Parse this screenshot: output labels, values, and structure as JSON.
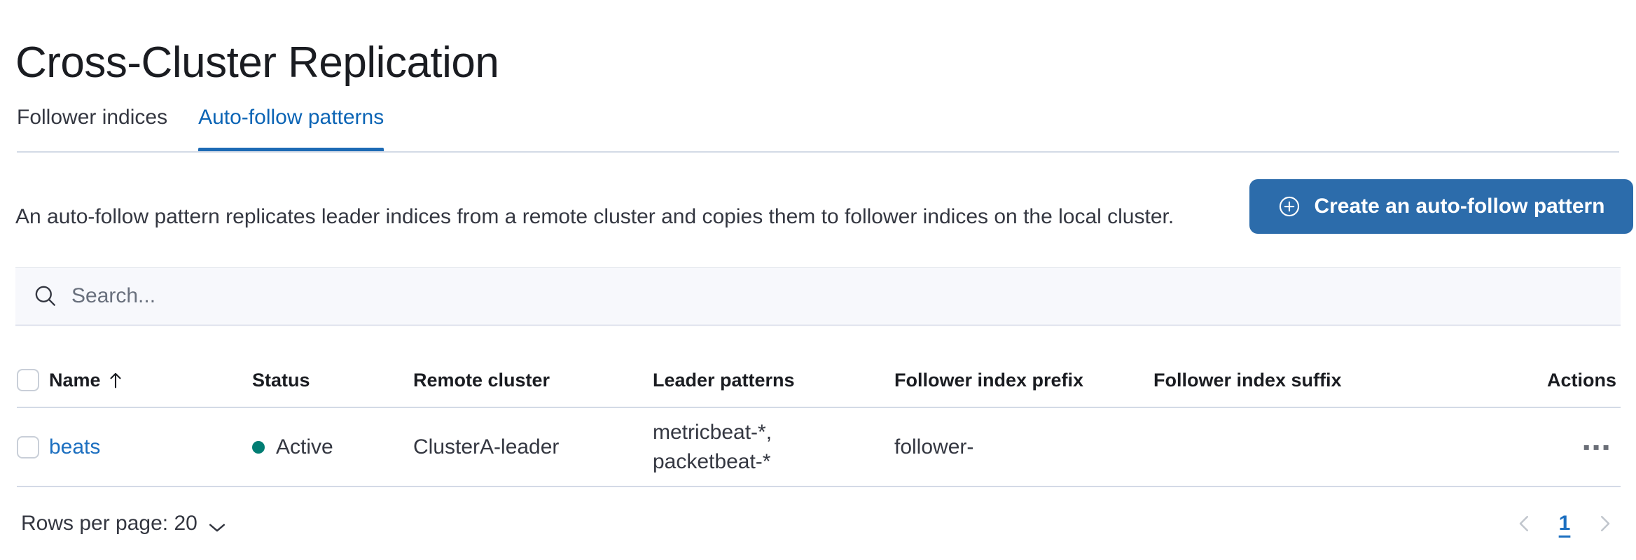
{
  "page": {
    "title": "Cross-Cluster Replication"
  },
  "tabs": [
    {
      "label": "Follower indices",
      "active": false
    },
    {
      "label": "Auto-follow patterns",
      "active": true
    }
  ],
  "content": {
    "description": "An auto-follow pattern replicates leader indices from a remote cluster and copies them to follower indices on the local cluster.",
    "create_button_label": "Create an auto-follow pattern",
    "create_button_icon": "plus-in-circle-icon",
    "create_button_color": "#2c6cab"
  },
  "search": {
    "placeholder": "Search...",
    "value": "",
    "icon": "search-icon"
  },
  "table": {
    "sort_column": "Name",
    "sort_direction": "asc",
    "columns": [
      {
        "key": "name",
        "label": "Name"
      },
      {
        "key": "status",
        "label": "Status"
      },
      {
        "key": "remote_cluster",
        "label": "Remote cluster"
      },
      {
        "key": "leader_patterns",
        "label": "Leader patterns"
      },
      {
        "key": "follower_index_prefix",
        "label": "Follower index prefix"
      },
      {
        "key": "follower_index_suffix",
        "label": "Follower index suffix"
      },
      {
        "key": "actions",
        "label": "Actions"
      }
    ],
    "rows": [
      {
        "name": "beats",
        "status": "Active",
        "status_color": "#017d73",
        "remote_cluster": "ClusterA-leader",
        "leader_patterns": "metricbeat-*,\npacketbeat-*",
        "follower_index_prefix": "follower-",
        "follower_index_suffix": "",
        "actions_label": "▪▪▪"
      }
    ]
  },
  "footer": {
    "rows_per_page_label": "Rows per page: 20",
    "rows_per_page_value": "20",
    "prev_page_icon": "chevron-left-icon",
    "next_page_icon": "chevron-right-icon",
    "current_page": "1"
  }
}
